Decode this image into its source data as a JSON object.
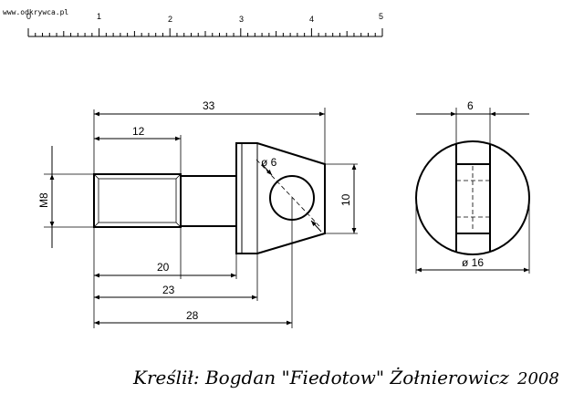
{
  "watermark": "www.odkrywca.pl",
  "scale": {
    "labels": [
      "0",
      "1",
      "2",
      "3",
      "4",
      "5"
    ]
  },
  "dimensions": {
    "d33": "33",
    "d12": "12",
    "d20": "20",
    "d23": "23",
    "d28": "28",
    "m8": "M8",
    "d10": "10",
    "phi6": "ø 6",
    "d6": "6",
    "phi16": "ø 16"
  },
  "signature": {
    "author": "Kreślił: Bogdan \"Fiedotow\" Żołnierowicz",
    "year": "2008"
  }
}
